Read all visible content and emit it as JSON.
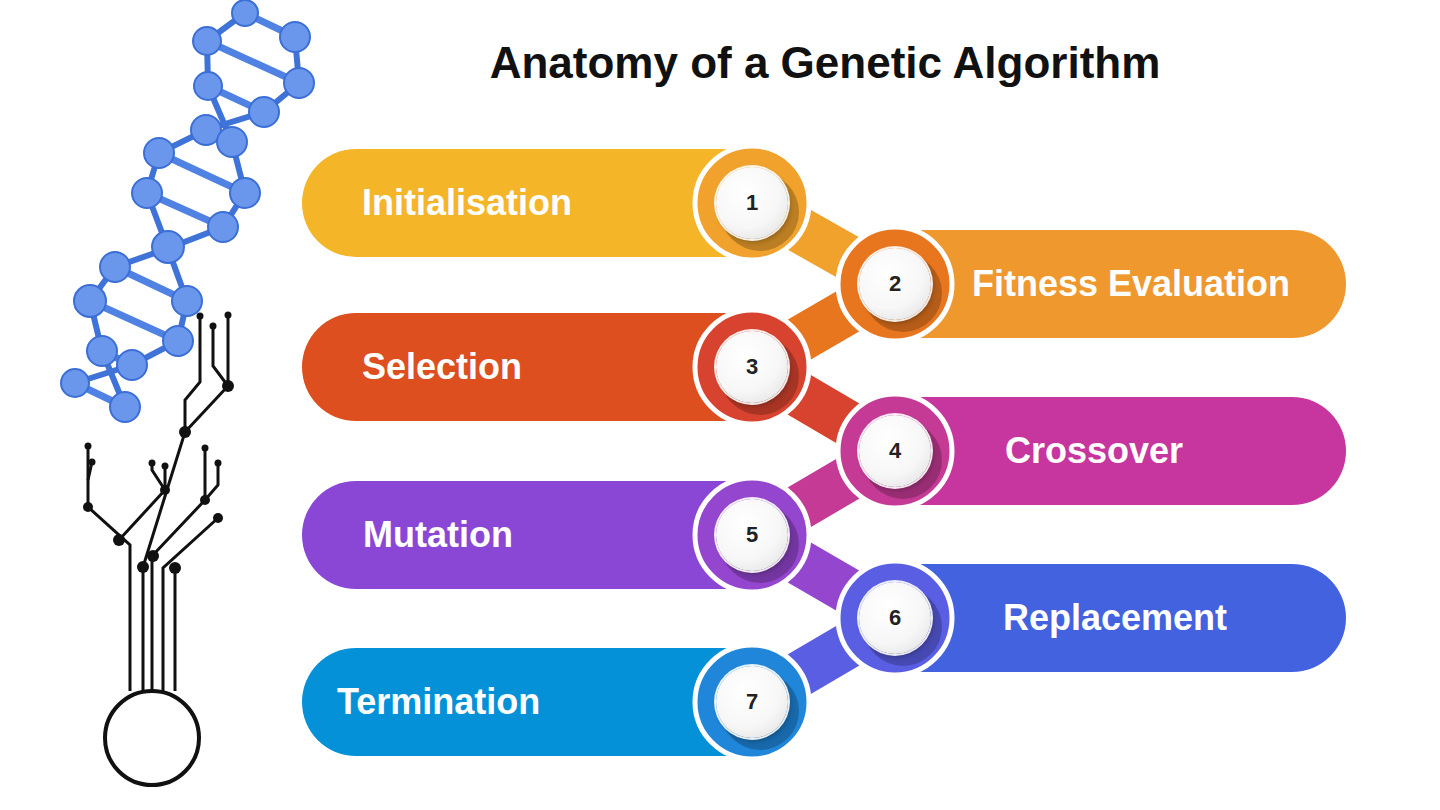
{
  "diagram": {
    "title": "Anatomy of a Genetic Algorithm",
    "nodes": [
      {
        "text": [
          "Initialisation"
        ]
      },
      {
        "text": [
          "1"
        ]
      },
      {
        "text": [
          "2"
        ]
      },
      {
        "text": [
          "Fitness Evaluation"
        ]
      },
      {
        "text": [
          "Selection"
        ]
      },
      {
        "text": [
          "3"
        ]
      },
      {
        "text": [
          "4"
        ]
      },
      {
        "text": [
          "Crossover"
        ]
      },
      {
        "text": [
          "Mutation"
        ]
      },
      {
        "text": [
          "5"
        ]
      },
      {
        "text": [
          "6"
        ]
      },
      {
        "text": [
          "Replacement"
        ]
      },
      {
        "text": [
          "Termination"
        ]
      },
      {
        "text": [
          "7"
        ]
      }
    ]
  }
}
